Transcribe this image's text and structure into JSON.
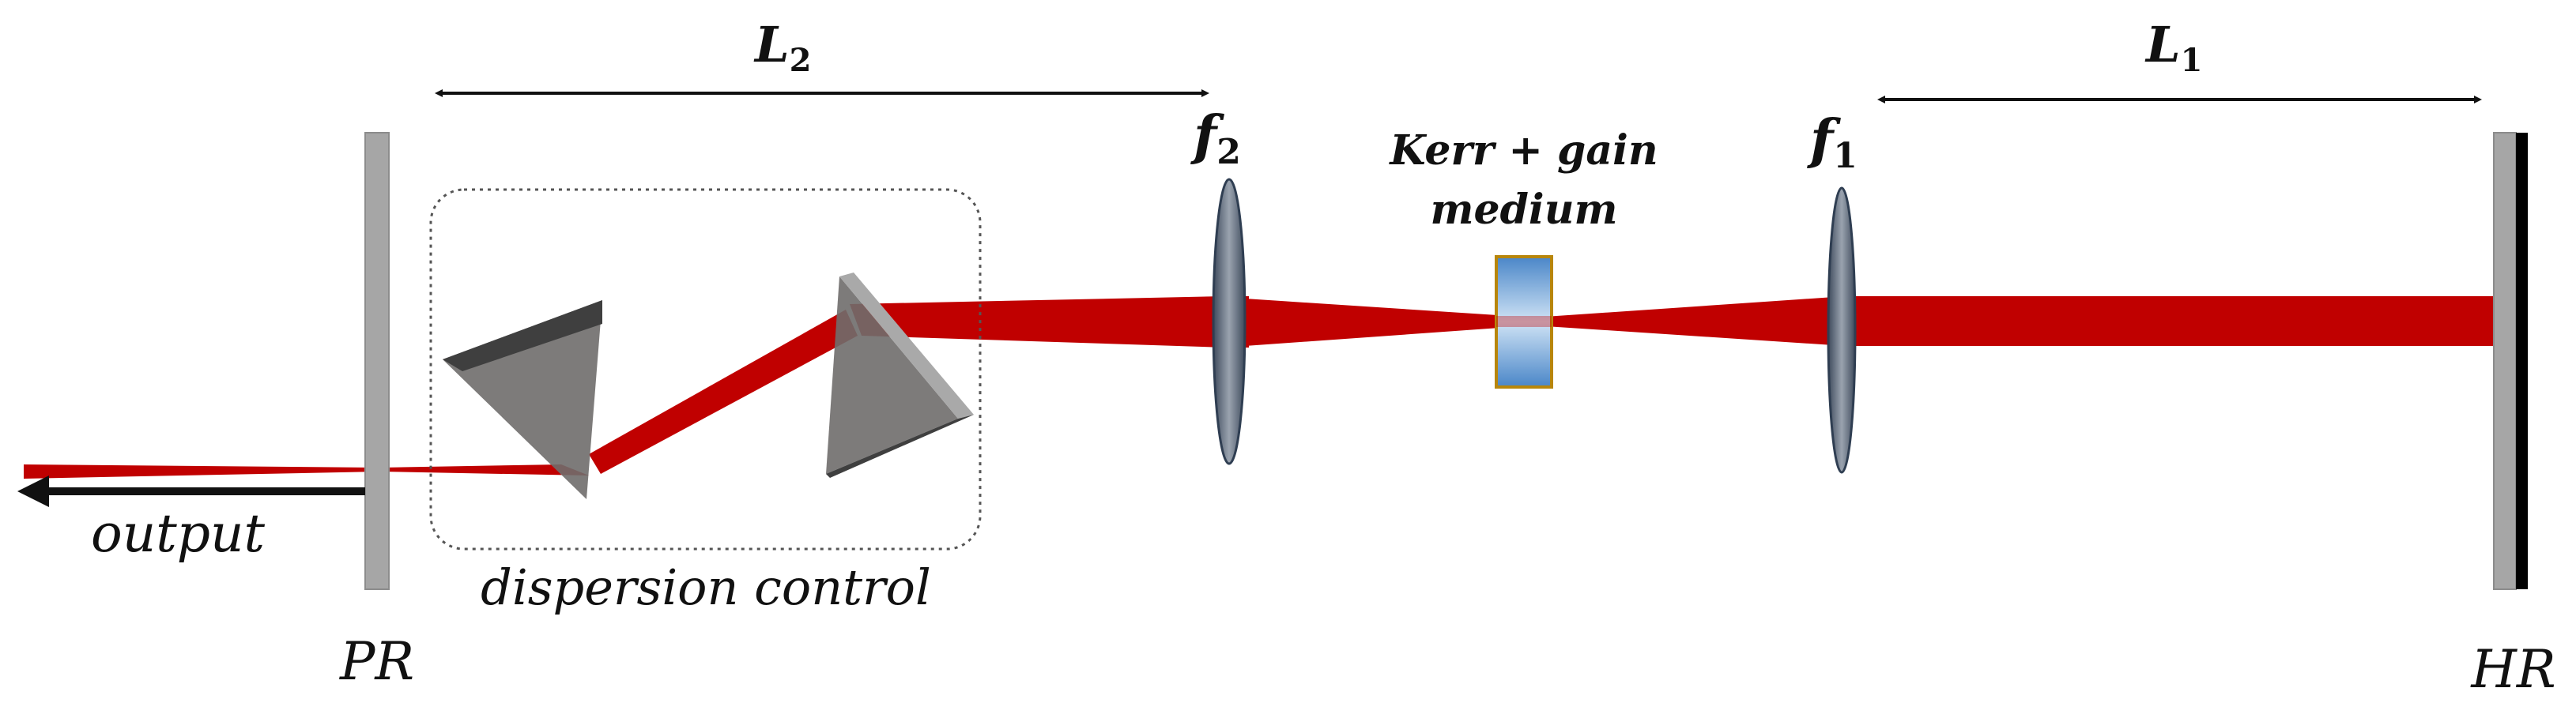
{
  "labels": {
    "L1_main": "L",
    "L1_sub": "1",
    "L2_main": "L",
    "L2_sub": "2",
    "f1_main": "f",
    "f1_sub": "1",
    "f2_main": "f",
    "f2_sub": "2",
    "medium_line1": "Kerr + gain",
    "medium_line2": "medium",
    "output": "output",
    "dispersion": "dispersion control",
    "PR": "PR",
    "HR": "HR"
  },
  "colors": {
    "beam": "#c00000",
    "mirror": "#a6a6a6",
    "hr_coating": "#000000",
    "lens": "#7f8a99",
    "lens_edge": "#2f3e52",
    "prism_face": "#6f6d6b",
    "prism_top": "#3f3f3f",
    "crystal_fill": "#5f9fd8",
    "crystal_edge": "#b8860b"
  }
}
